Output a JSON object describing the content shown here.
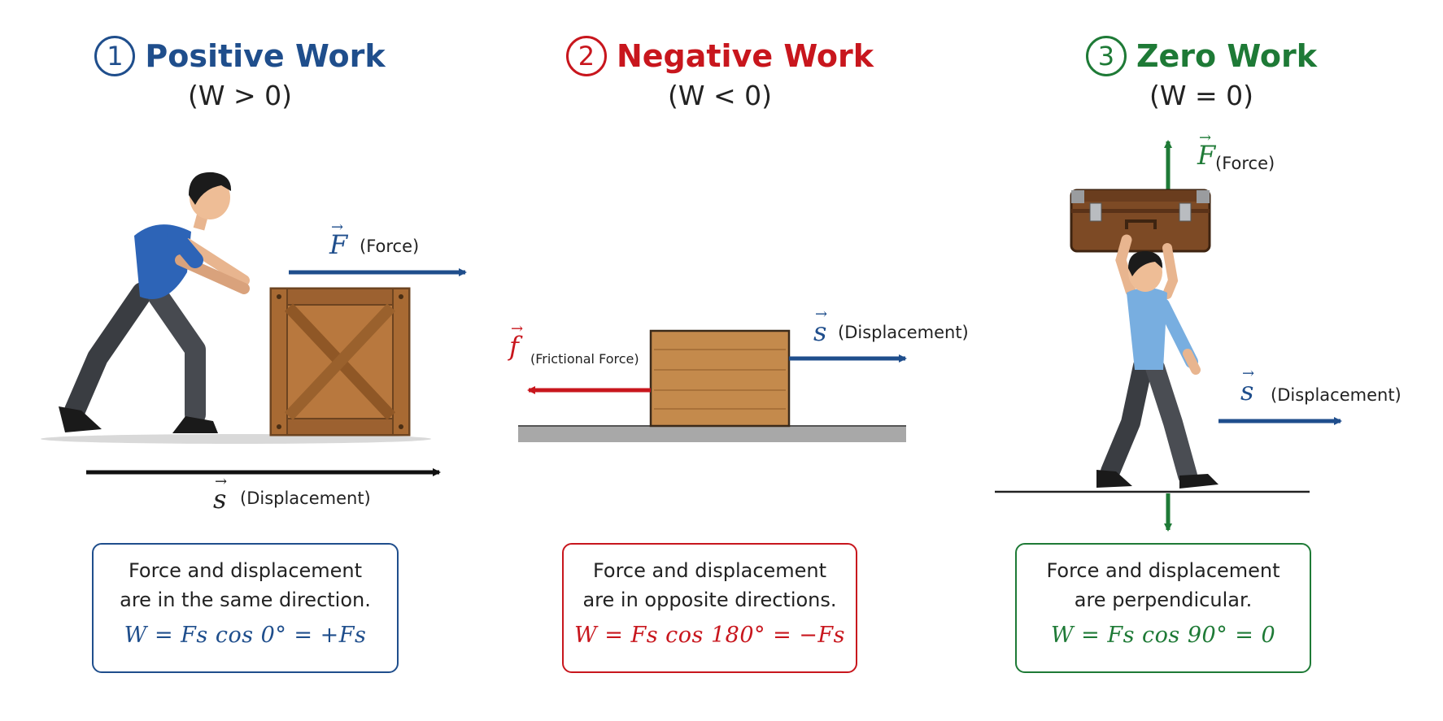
{
  "panels": [
    {
      "number": "1",
      "title": "Positive Work",
      "condition": "(W > 0)",
      "force_symbol": "F",
      "force_label": "(Force)",
      "displacement_symbol": "s",
      "displacement_label": "(Displacement)",
      "description_line1": "Force and displacement",
      "description_line2": "are in the same direction.",
      "formula": "W = Fs cos 0° = +Fs",
      "color": "#1f4e8c"
    },
    {
      "number": "2",
      "title": "Negative Work",
      "condition": "(W < 0)",
      "force_symbol": "f",
      "force_label": "(Frictional Force)",
      "displacement_symbol": "s",
      "displacement_label": "(Displacement)",
      "description_line1": "Force and displacement",
      "description_line2": "are in opposite directions.",
      "formula": "W = Fs cos 180° = −Fs",
      "color": "#c8161d"
    },
    {
      "number": "3",
      "title": "Zero Work",
      "condition": "(W = 0)",
      "force_symbol": "F",
      "force_label": "(Force)",
      "displacement_symbol": "s",
      "displacement_label": "(Displacement)",
      "description_line1": "Force and displacement",
      "description_line2": "are perpendicular.",
      "formula": "W = Fs cos 90° = 0",
      "color": "#1e7a36"
    }
  ],
  "vector_arrow": "→"
}
